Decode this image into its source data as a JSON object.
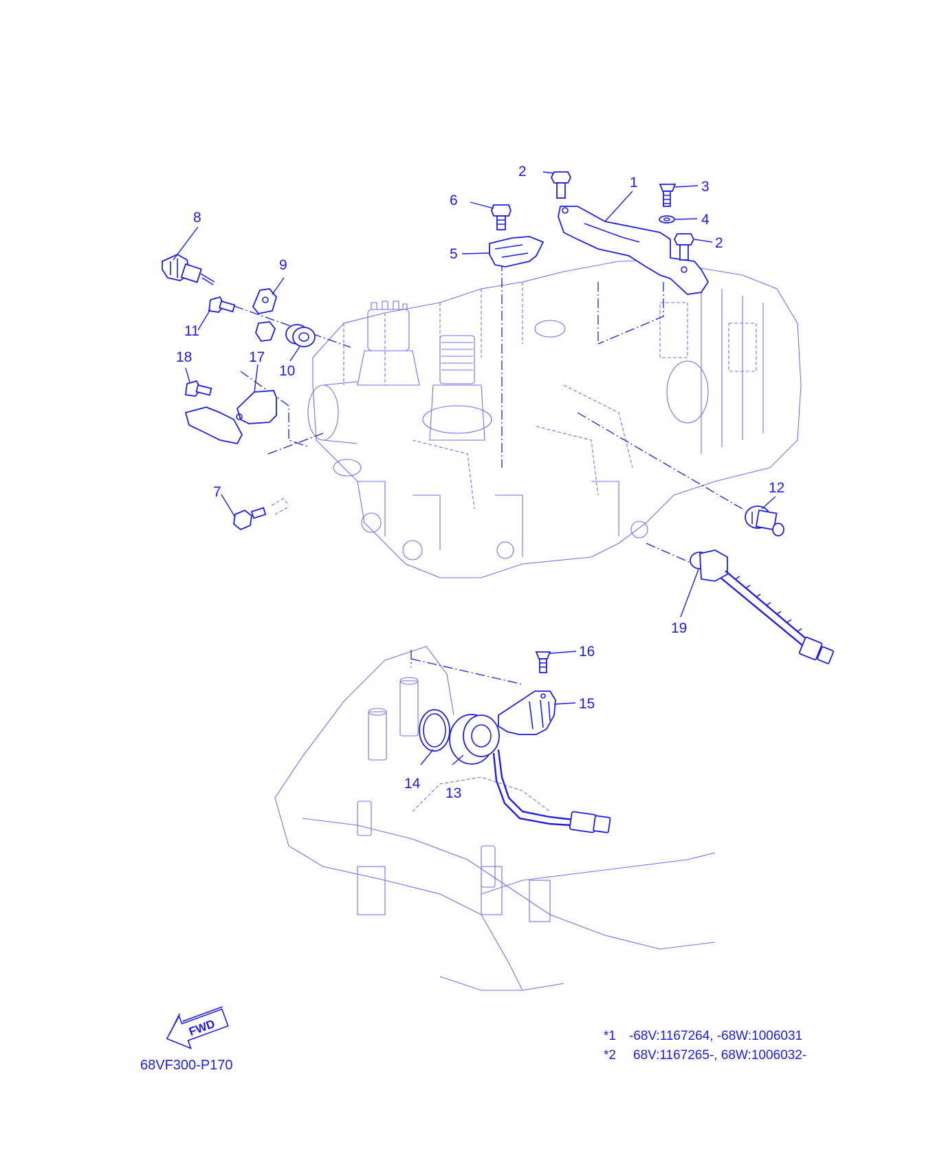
{
  "diagram": {
    "reference_code": "68VF300-P170",
    "fwd_label": "FWD",
    "colors": {
      "ink": "#1c1ce6",
      "ghost": "#6f6ff2",
      "background": "#ffffff"
    },
    "callouts": [
      {
        "id": "c1",
        "label": "1"
      },
      {
        "id": "c2a",
        "label": "2"
      },
      {
        "id": "c2b",
        "label": "2"
      },
      {
        "id": "c3",
        "label": "3"
      },
      {
        "id": "c4",
        "label": "4"
      },
      {
        "id": "c5",
        "label": "5"
      },
      {
        "id": "c6",
        "label": "6"
      },
      {
        "id": "c7",
        "label": "7"
      },
      {
        "id": "c8",
        "label": "8"
      },
      {
        "id": "c9",
        "label": "9"
      },
      {
        "id": "c10",
        "label": "10"
      },
      {
        "id": "c11",
        "label": "11"
      },
      {
        "id": "c12",
        "label": "12"
      },
      {
        "id": "c13",
        "label": "13"
      },
      {
        "id": "c14",
        "label": "14"
      },
      {
        "id": "c15",
        "label": "15"
      },
      {
        "id": "c16",
        "label": "16"
      },
      {
        "id": "c17",
        "label": "17"
      },
      {
        "id": "c18",
        "label": "18"
      },
      {
        "id": "c19",
        "label": "19"
      }
    ],
    "footnotes": [
      {
        "marker": "*1",
        "text": "-68V:1167264, -68W:1006031"
      },
      {
        "marker": "*2",
        "text": "68V:1167265-, 68W:1006032-"
      }
    ]
  }
}
